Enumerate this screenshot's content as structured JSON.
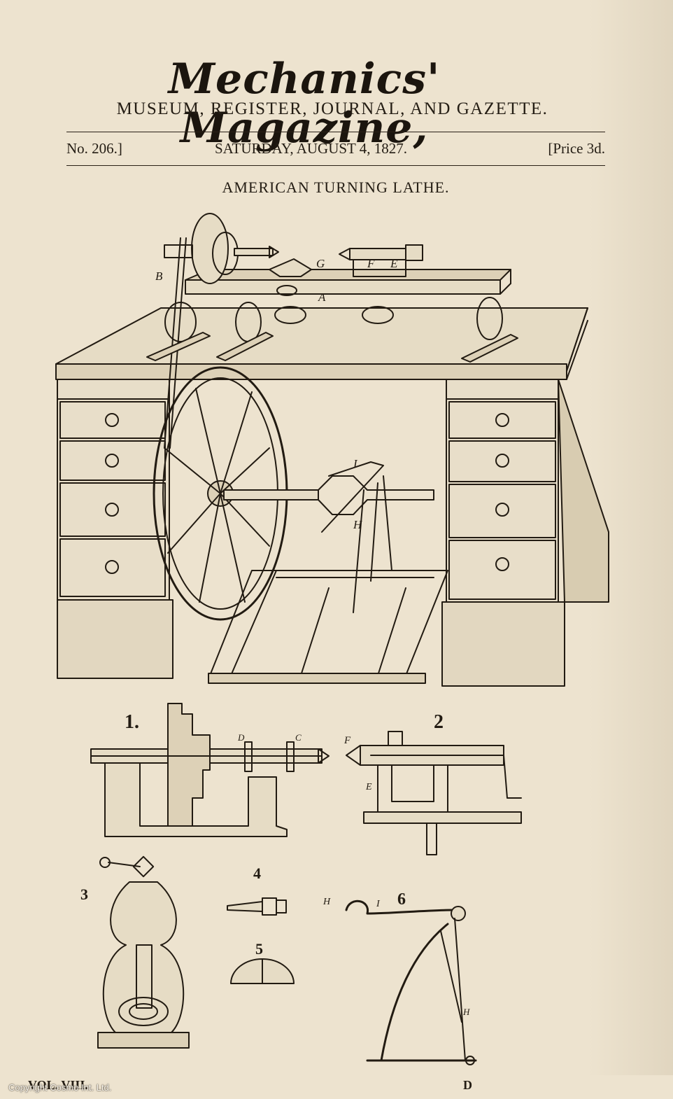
{
  "masthead": {
    "title": "Mechanics' Magazine,",
    "subtitle": "MUSEUM, REGISTER, JOURNAL, AND GAZETTE."
  },
  "dateline": {
    "number": "No. 206.]",
    "date": "SATURDAY, AUGUST 4, 1827.",
    "price": "[Price 3d."
  },
  "article_title": "AMERICAN TURNING LATHE.",
  "figure": {
    "main_labels": [
      "B",
      "A",
      "G",
      "F",
      "E",
      "I",
      "H"
    ],
    "fig_numbers": [
      "1.",
      "2",
      "3",
      "4",
      "5",
      "6"
    ],
    "fig1_labels": [
      "D",
      "C"
    ],
    "fig2_labels": [
      "F",
      "E"
    ],
    "fig6_labels": [
      "H",
      "I",
      "H"
    ]
  },
  "footer": {
    "volume": "VOL. VIII.",
    "signature": "D"
  },
  "watermark": "Copyright Cosmo Int. Ltd."
}
